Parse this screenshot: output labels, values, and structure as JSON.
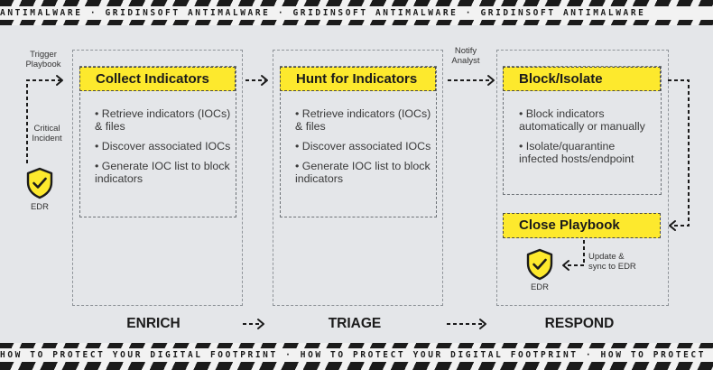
{
  "banners": {
    "top": "ANTIMALWARE · GRIDINSOFT ANTIMALWARE · GRIDINSOFT ANTIMALWARE · GRIDINSOFT ANTIMALWARE",
    "bottom": "HOW TO PROTECT YOUR DIGITAL FOOTPRINT · HOW TO PROTECT YOUR DIGITAL FOOTPRINT · HOW TO PROTECT Y"
  },
  "colors": {
    "accent": "#fde92d",
    "background": "#e4e6e9",
    "border": "#1b1b1b"
  },
  "inputs": {
    "trigger": [
      "Trigger",
      "Playbook"
    ],
    "critical": [
      "Critical",
      "Incident"
    ],
    "edr_left": "EDR"
  },
  "cards": {
    "collect": {
      "title": "Collect Indicators",
      "items": [
        "• Retrieve indicators (IOCs) & files",
        "• Discover associated IOCs",
        "• Generate IOC list to block indicators"
      ]
    },
    "hunt": {
      "title": "Hunt for Indicators",
      "items": [
        "• Retrieve indicators (IOCs) & files",
        "• Discover associated IOCs",
        "• Generate IOC list to block indicators"
      ]
    },
    "block": {
      "title": "Block/Isolate",
      "items": [
        "• Block indicators automatically or manually",
        "• Isolate/quarantine infected hosts/endpoint"
      ]
    },
    "close": {
      "title": "Close Playbook"
    }
  },
  "notify": [
    "Notify",
    "Analyst"
  ],
  "update": [
    "Update &",
    "sync to EDR"
  ],
  "edr_right": "EDR",
  "phases": [
    "ENRICH",
    "TRIAGE",
    "RESPOND"
  ],
  "icons": {
    "edr": "shield-check-icon"
  }
}
